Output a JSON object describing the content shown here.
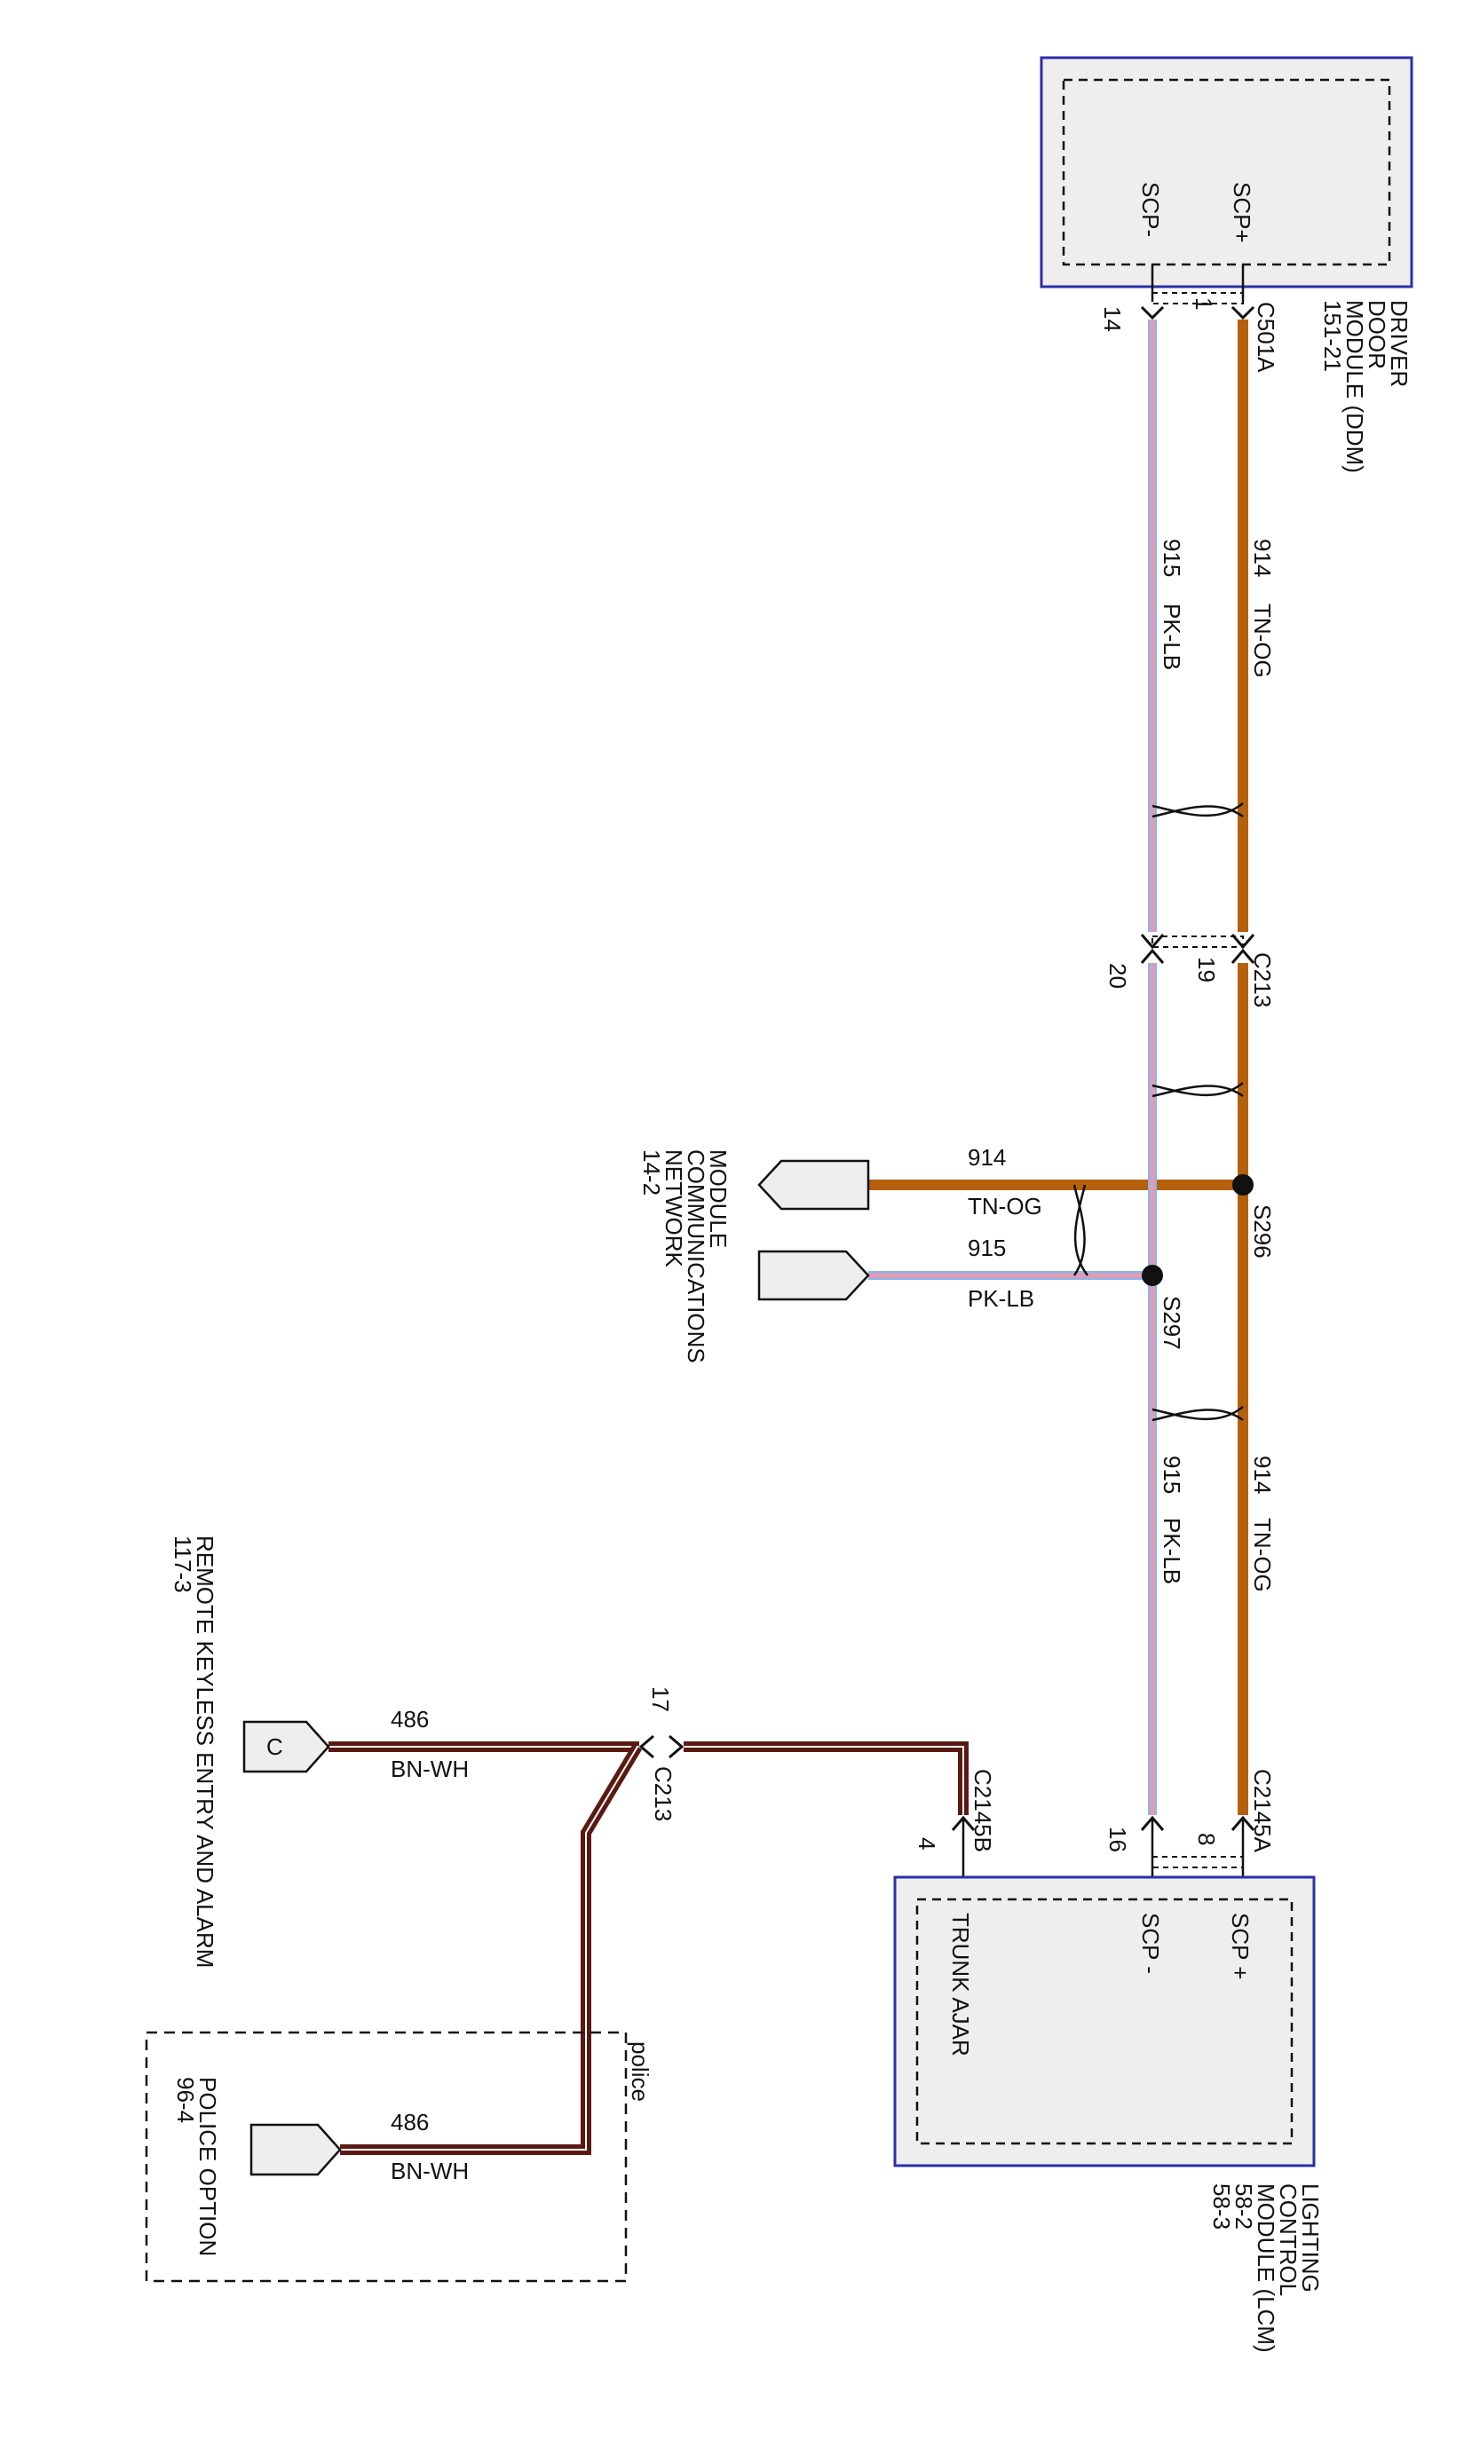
{
  "modules": {
    "ddm": {
      "name_lines": [
        "DRIVER",
        "DOOR",
        "MODULE (DDM)",
        "151-21"
      ],
      "pin_labels": [
        "SCP-",
        "SCP+"
      ],
      "connector": "C501A",
      "pins": [
        "14",
        "1"
      ]
    },
    "lcm": {
      "name_lines": [
        "LIGHTING",
        "CONTROL",
        "MODULE (LCM)",
        "58-2",
        "58-3"
      ],
      "pin_labels": [
        "SCP +",
        "SCP -",
        "TRUNK AJAR"
      ],
      "connector_a": "C2145A",
      "connector_b": "C2145B",
      "pins": [
        "8",
        "16",
        "4"
      ]
    }
  },
  "connectors": {
    "c213_top": {
      "label": "C213",
      "pins": [
        "19",
        "20"
      ]
    },
    "c213_bottom": {
      "label": "C213",
      "pin": "17"
    }
  },
  "splices": {
    "s296": "S296",
    "s297": "S297"
  },
  "wires": {
    "w914": {
      "circuit": "914",
      "color_code": "TN-OG",
      "color": "#b5600a"
    },
    "w915": {
      "circuit": "915",
      "color_code": "PK-LB",
      "color_a": "#e79ab4",
      "color_b": "#8fb4e3"
    },
    "w486": {
      "circuit": "486",
      "color_code": "BN-WH",
      "color": "#5a1a12"
    }
  },
  "references": {
    "mcn_lines": [
      "MODULE",
      "COMMUNICATIONS",
      "NETWORK",
      "14-2"
    ],
    "rke_lines": [
      "REMOTE KEYLESS ENTRY AND ALARM",
      "117-3"
    ],
    "rke_letter": "C",
    "police_lines": [
      "POLICE OPTION",
      "96-4"
    ],
    "police_tag": "police"
  },
  "colors": {
    "module_border": "#2b2fa8",
    "module_fill": "#eeeeee"
  }
}
